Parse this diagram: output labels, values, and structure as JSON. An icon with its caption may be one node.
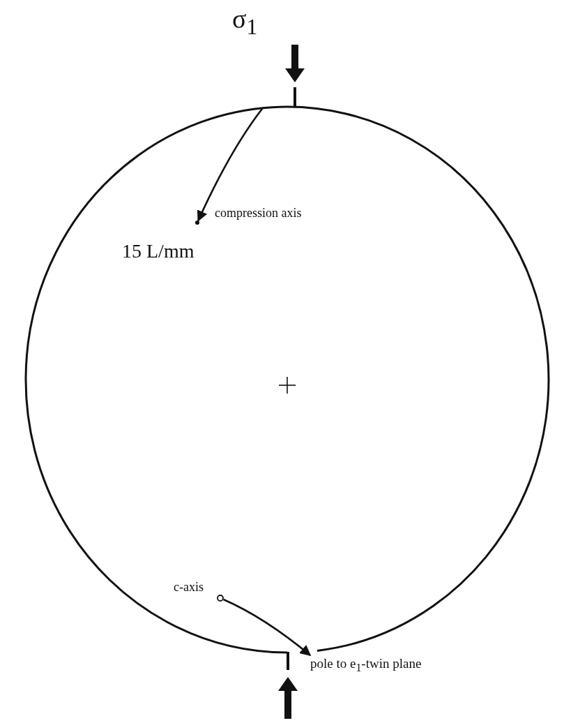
{
  "diagram": {
    "nodes": [
      {
        "text": [],
        "shape": "circle"
      },
      {
        "text": [],
        "shape": "circle",
        "in": 0,
        "beside": [
          "compression axis"
        ]
      },
      {
        "text": [],
        "shape": "circle",
        "in": 0,
        "beside": [
          "c-axis"
        ]
      },
      {
        "text": [
          "pole to e$_{1}$-twin plane"
        ]
      }
    ],
    "edges": [
      {
        "from": 0,
        "to": 1,
        "arrow": "to"
      },
      {
        "from": 2,
        "to": 3,
        "arrow": "to"
      }
    ],
    "labels": [
      "σ$_{1}$",
      "15 L/mm"
    ]
  }
}
